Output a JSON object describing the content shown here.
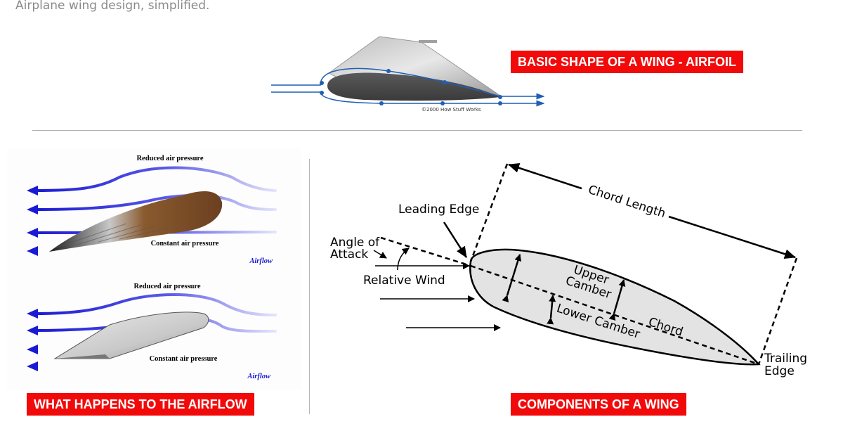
{
  "caption": "Airplane wing design, simplified.",
  "top": {
    "label": "BASIC SHAPE OF A WING - AIRFOIL",
    "copyright": "©2000 How Stuff Works"
  },
  "left": {
    "label": "WHAT HAPPENS TO THE AIRFLOW",
    "bird": {
      "top_text": "Reduced air pressure",
      "bottom_text": "Constant air pressure",
      "flow_text": "Airflow"
    },
    "wing": {
      "top_text": "Reduced air pressure",
      "bottom_text": "Constant air pressure",
      "flow_text": "Airflow"
    }
  },
  "right": {
    "label": "COMPONENTS OF A WING",
    "chord_length": "Chord Length",
    "leading_edge": "Leading Edge",
    "angle_of_attack_1": "Angle of",
    "angle_of_attack_2": "Attack",
    "relative_wind": "Relative Wind",
    "upper_camber_1": "Upper",
    "upper_camber_2": "Camber",
    "lower_camber": "Lower Camber",
    "chord": "Chord",
    "trailing_edge_1": "Trailing",
    "trailing_edge_2": "Edge"
  },
  "colors": {
    "label_bg": "#f20a0a",
    "flow_blue": "#2a2ad8",
    "flow_line_blue": "#1f5fb4"
  }
}
